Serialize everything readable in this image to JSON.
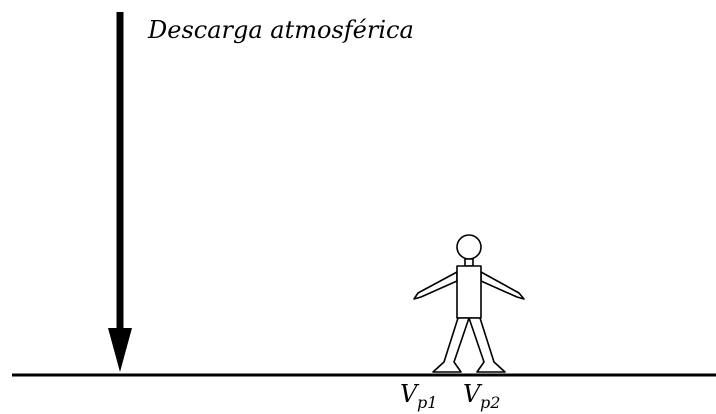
{
  "diagram": {
    "strike_label": "Descarga atmosférica",
    "potentials": [
      {
        "symbol": "V",
        "subscript": "p1"
      },
      {
        "symbol": "V",
        "subscript": "p2"
      }
    ],
    "colors": {
      "stroke": "#000000",
      "background": "#ffffff",
      "figure_fill": "#ffffff"
    }
  }
}
